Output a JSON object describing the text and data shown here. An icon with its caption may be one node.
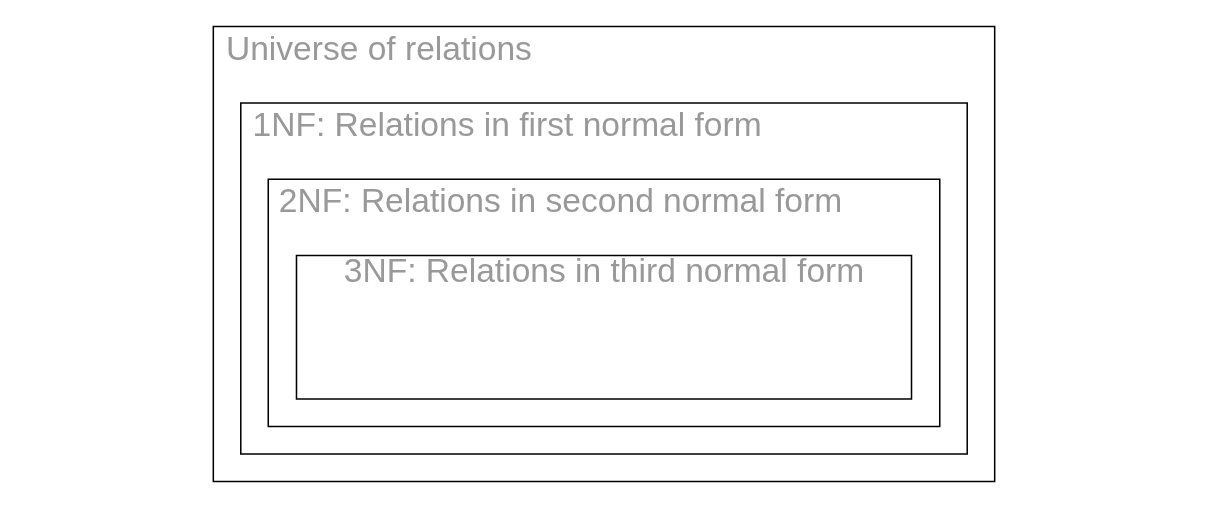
{
  "diagram": {
    "nodes": [
      {
        "text": [
          "Universe of relations"
        ]
      },
      {
        "text": [
          "1NF: Relations in first normal form"
        ],
        "in": 0
      },
      {
        "text": [
          "2NF: Relations in second normal form"
        ],
        "in": 1
      },
      {
        "text": [
          "3NF: Relations in third normal form"
        ],
        "in": 2
      }
    ]
  }
}
